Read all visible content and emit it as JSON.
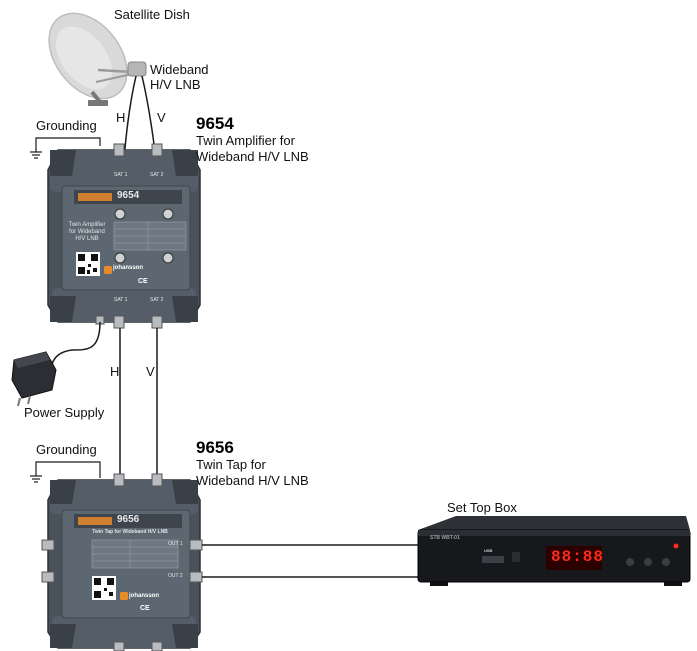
{
  "labels": {
    "satellite_dish": "Satellite Dish",
    "lnb_line1": "Wideband",
    "lnb_line2": "H/V LNB",
    "h": "H",
    "v": "V",
    "grounding": "Grounding",
    "power_supply": "Power Supply",
    "set_top_box": "Set Top Box"
  },
  "amp": {
    "model": "9654",
    "desc_line1": "Twin Amplifier for",
    "desc_line2": "Wideband H/V LNB",
    "panel_model": "9654",
    "panel_desc1": "Twin Amplifier",
    "panel_desc2": "for Wideband",
    "panel_desc3": "H/V LNB",
    "brand": "johansson",
    "port_in1": "SAT 1",
    "port_in2": "SAT 2",
    "port_out1": "SAT 1",
    "port_out2": "SAT 2",
    "ce": "CE"
  },
  "tap": {
    "model": "9656",
    "desc_line1": "Twin Tap for",
    "desc_line2": "Wideband H/V LNB",
    "panel_model": "9656",
    "panel_title": "Twin Tap for Wideband H/V LNB",
    "brand": "johansson",
    "out1": "OUT 1",
    "out2": "OUT 2",
    "ce": "CE"
  },
  "stb": {
    "brand": "STB WBT-01",
    "display": "88:88",
    "usb": "USB"
  },
  "colors": {
    "device_body": "#5d6771",
    "device_dark": "#3a4048",
    "accent": "#e8892a",
    "cable": "#1a1a1a",
    "display_red": "#ff2a1a"
  }
}
